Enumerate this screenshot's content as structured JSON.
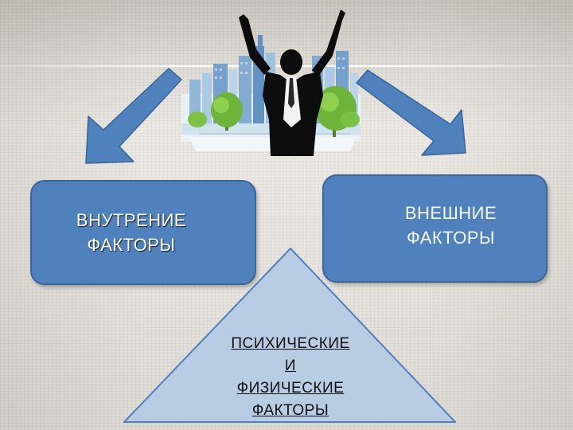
{
  "diagram": {
    "left_box": {
      "line1": "ВНУТРЕНИЕ",
      "line2": "ФАКТОРЫ"
    },
    "right_box": {
      "line1": "ВНЕШНИЕ",
      "line2": "ФАКТОРЫ"
    },
    "triangle": {
      "line1": "ПСИХИЧЕСКИЕ",
      "line2": "И",
      "line3": "ФИЗИЧЕСКИЕ",
      "line4": "ФАКТОРЫ"
    }
  },
  "icons": [
    "businessman-city-illustration",
    "arrow-left-down-icon",
    "arrow-right-down-icon"
  ],
  "colors": {
    "box_fill": "#4f81bd",
    "box_border": "#3a6598",
    "triangle_fill": "#b8cce4",
    "triangle_border": "#4f81bd"
  }
}
